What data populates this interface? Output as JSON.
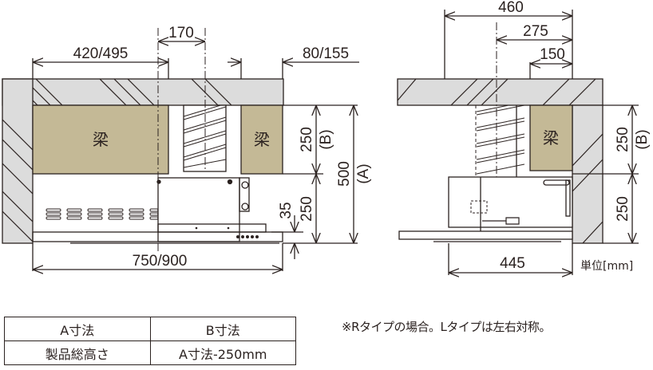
{
  "front_view": {
    "beam_label_left": "梁",
    "beam_label_right": "梁",
    "dims": {
      "left_beam_width": "420/495",
      "duct_offset": "170",
      "right_beam_width": "80/155",
      "hood_width": "750/900",
      "beam_height": "250",
      "beam_height_tag": "(B)",
      "total_height": "500",
      "total_height_tag": "(A)",
      "hood_height": "250",
      "hood_lip": "35"
    }
  },
  "side_view": {
    "beam_label": "梁",
    "dims": {
      "depth_total": "460",
      "duct_offset": "275",
      "beam_width": "150",
      "hood_depth": "445",
      "beam_height": "250",
      "beam_height_tag": "(B)",
      "hood_height": "250"
    },
    "unit_label": "単位[mm]"
  },
  "spec_table": {
    "headers": [
      "A寸法",
      "B寸法"
    ],
    "rows": [
      [
        "製品総高さ",
        "A寸法-250mm"
      ]
    ]
  },
  "note": "※Rタイプの場合。Lタイプは左右対称。",
  "colors": {
    "line": "#2b2220",
    "beam_fill": "#c4b996",
    "concrete_fill": "#dcdcdc"
  }
}
